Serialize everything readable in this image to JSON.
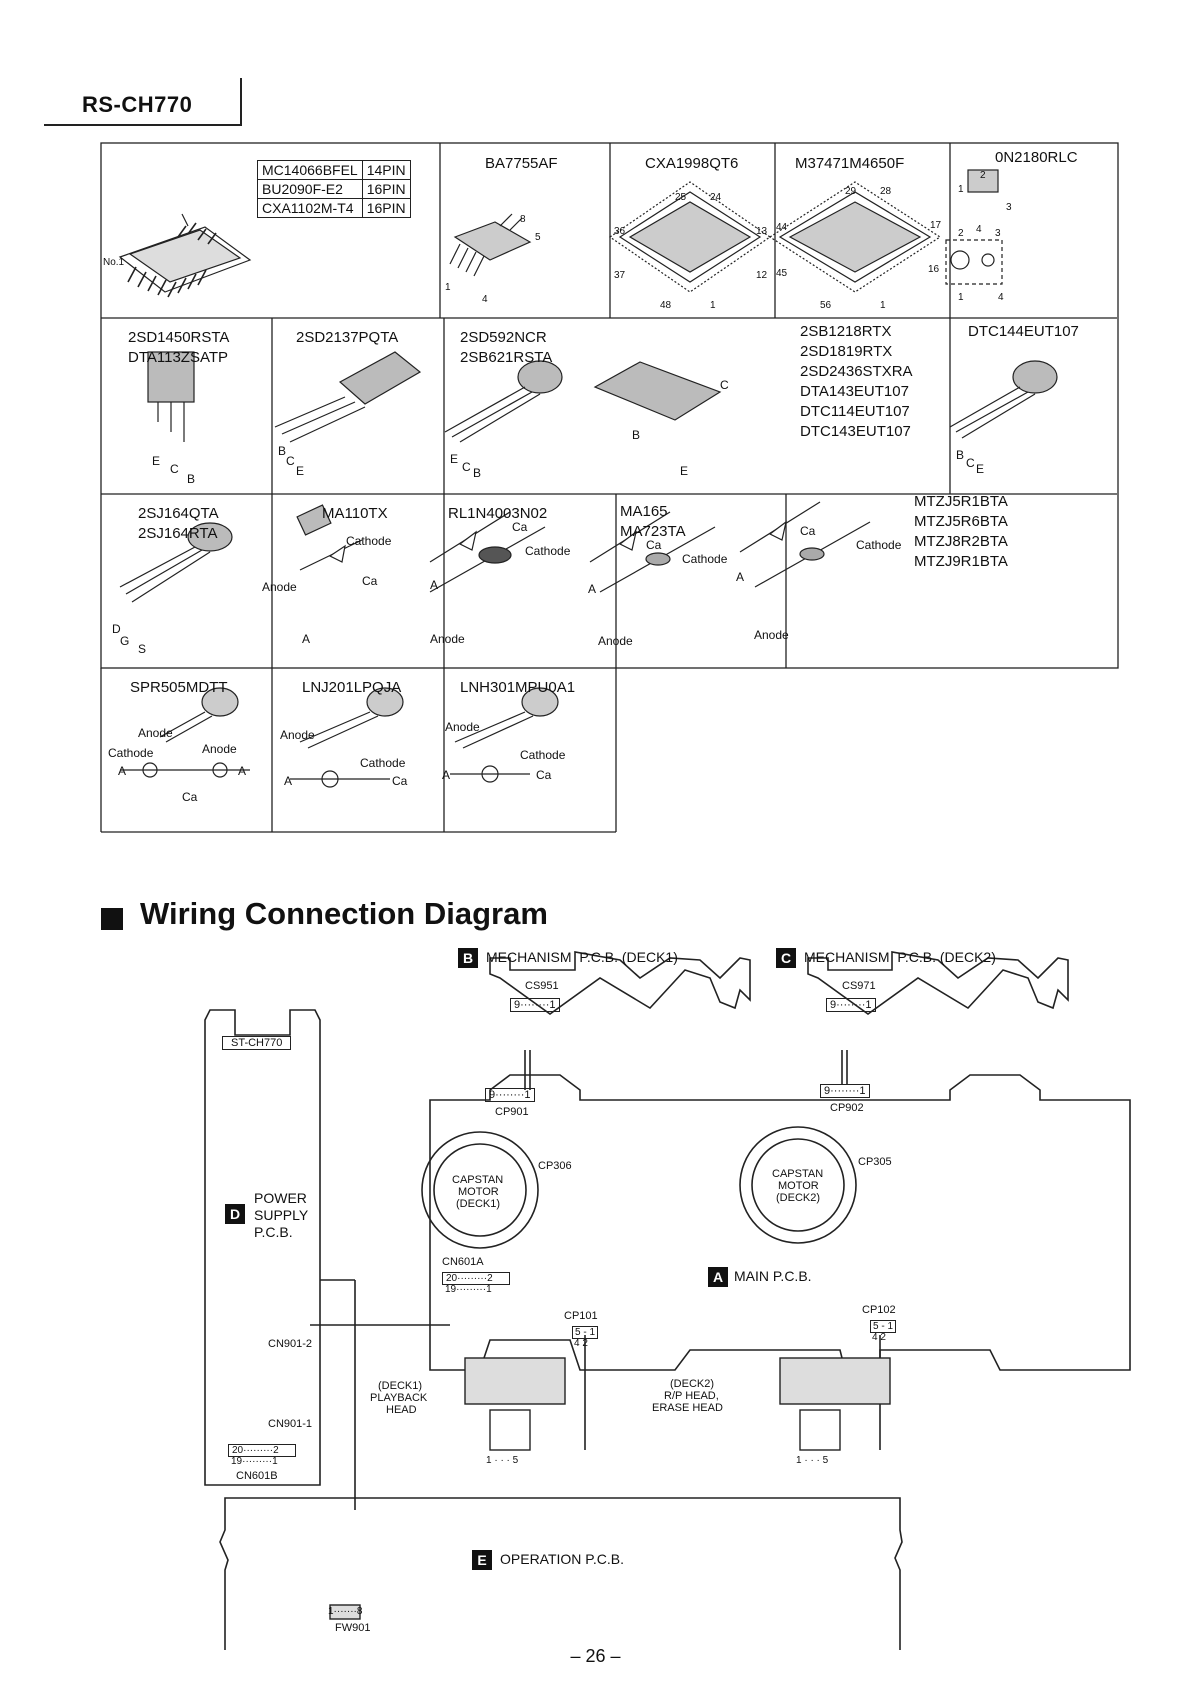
{
  "header": {
    "model": "RS-CH770"
  },
  "components": {
    "ic_pin_table": [
      {
        "part": "MC14066BFEL",
        "pins": "14PIN"
      },
      {
        "part": "BU2090F-E2",
        "pins": "16PIN"
      },
      {
        "part": "CXA1102M-T4",
        "pins": "16PIN"
      }
    ],
    "ic_pin1_label": "No.1",
    "ba7755af": {
      "name": "BA7755AF",
      "pins": [
        "8",
        "5",
        "1",
        "4"
      ]
    },
    "cxa1998qt6": {
      "name": "CXA1998QT6",
      "pins": [
        "25",
        "24",
        "36",
        "13",
        "37",
        "12",
        "48",
        "1"
      ]
    },
    "m37471": {
      "name": "M37471M4650F",
      "pins": [
        "29",
        "28",
        "44",
        "17",
        "45",
        "16",
        "56",
        "1"
      ]
    },
    "on2180": {
      "name": "0N2180RLC",
      "pins": [
        "2",
        "1",
        "3",
        "2",
        "4",
        "3",
        "1",
        "4"
      ]
    },
    "row2": {
      "t1": [
        "2SD1450RSTA",
        "DTA113ZSATP"
      ],
      "t2": "2SD2137PQTA",
      "t3": [
        "2SD592NCR",
        "2SB621RSTA"
      ],
      "t5": [
        "2SB1218RTX",
        "2SD1819RTX",
        "2SD2436STXRA",
        "DTA143EUT107",
        "DTC114EUT107",
        "DTC143EUT107"
      ],
      "t6": "DTC144EUT107",
      "pins": {
        "e": "E",
        "c": "C",
        "b": "B"
      }
    },
    "row3": {
      "fet": [
        "2SJ164QTA",
        "2SJ164RTA"
      ],
      "fet_pins": {
        "d": "D",
        "g": "G",
        "s": "S"
      },
      "ma110": "MA110TX",
      "rl1n": "RL1N4003N02",
      "ma165": [
        "MA165",
        "MA723TA"
      ],
      "mtzj": [
        "MTZJ5R1BTA",
        "MTZJ5R6BTA",
        "MTZJ8R2BTA",
        "MTZJ9R1BTA"
      ],
      "cathode": "Cathode",
      "anode": "Anode",
      "ca": "Ca",
      "a": "A"
    },
    "row4": {
      "spr": "SPR505MDTT",
      "lnj": "LNJ201LPQJA",
      "lnh": "LNH301MPU0A1"
    }
  },
  "wiring": {
    "title": "Wiring Connection Diagram",
    "st_label": "ST-CH770",
    "deck1": {
      "badge": "B",
      "label": "MECHANISM  P.C.B. (DECK1)",
      "cs": "CS951",
      "cp": "CP901",
      "pins": "9········1"
    },
    "deck2": {
      "badge": "C",
      "label": "MECHANISM  P.C.B. (DECK2)",
      "cs": "CS971",
      "cp": "CP902",
      "pins": "9········1"
    },
    "power": {
      "badge": "D",
      "lines": [
        "POWER",
        "SUPPLY",
        "P.C.B."
      ]
    },
    "main": {
      "badge": "A",
      "label": "MAIN P.C.B."
    },
    "operation": {
      "badge": "E",
      "label": "OPERATION P.C.B."
    },
    "capstan1": {
      "lines": [
        "CAPSTAN",
        "MOTOR",
        "(DECK1)"
      ],
      "cp": "CP306"
    },
    "capstan2": {
      "lines": [
        "CAPSTAN",
        "MOTOR",
        "(DECK2)"
      ],
      "cp": "CP305"
    },
    "cn601a": {
      "label": "CN601A",
      "pins_top": "20·········2",
      "pins_bottom": "19·········1"
    },
    "cn601b": {
      "label": "CN601B",
      "pins_top": "20·········2",
      "pins_bottom": "19·········1"
    },
    "cn901_2": "CN901-2",
    "cn901_1": "CN901-1",
    "cp101": {
      "label": "CP101",
      "pins": [
        "5 - 1",
        "4 2"
      ]
    },
    "cp102": {
      "label": "CP102",
      "pins": [
        "5 - 1",
        "4 2"
      ]
    },
    "head1": [
      "(DECK1)",
      "PLAYBACK",
      "HEAD"
    ],
    "head2": [
      "(DECK2)",
      "R/P HEAD,",
      "ERASE HEAD"
    ],
    "head_pins": "1 · · · 5",
    "fw901": {
      "label": "FW901",
      "pins": "1·······8"
    }
  },
  "page_number": "– 26 –"
}
